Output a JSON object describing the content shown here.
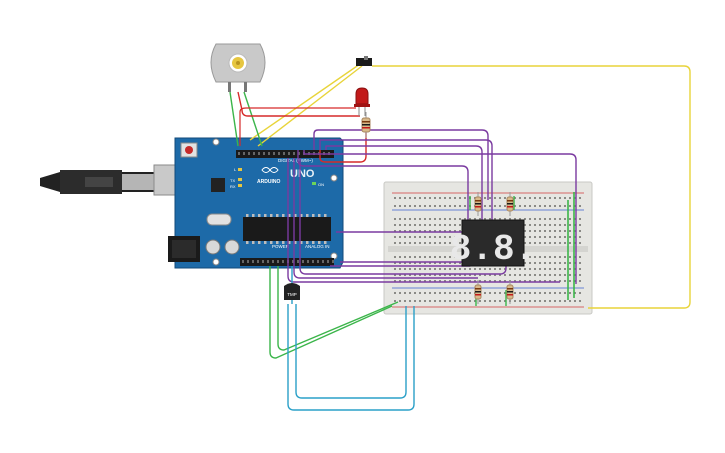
{
  "board": {
    "brand": "ARDUINO",
    "model": "UNO",
    "header_digital": "DIGITAL (PWM~)",
    "header_power": "POWER",
    "header_analog": "ANALOG IN",
    "tx": "TX",
    "rx": "RX",
    "led_l": "L",
    "on": "ON"
  },
  "display": {
    "digits": "8.8."
  },
  "sensor": {
    "label": "TMP"
  },
  "colors": {
    "board": "#1d6aa8",
    "breadboard": "#e8e8e4",
    "wire_yellow": "#e8d43a",
    "wire_green": "#3bb54a",
    "wire_purple": "#7a3aa0",
    "wire_red": "#d62a2a",
    "wire_cyan": "#2aa0c8",
    "led": "#c21a1a"
  }
}
